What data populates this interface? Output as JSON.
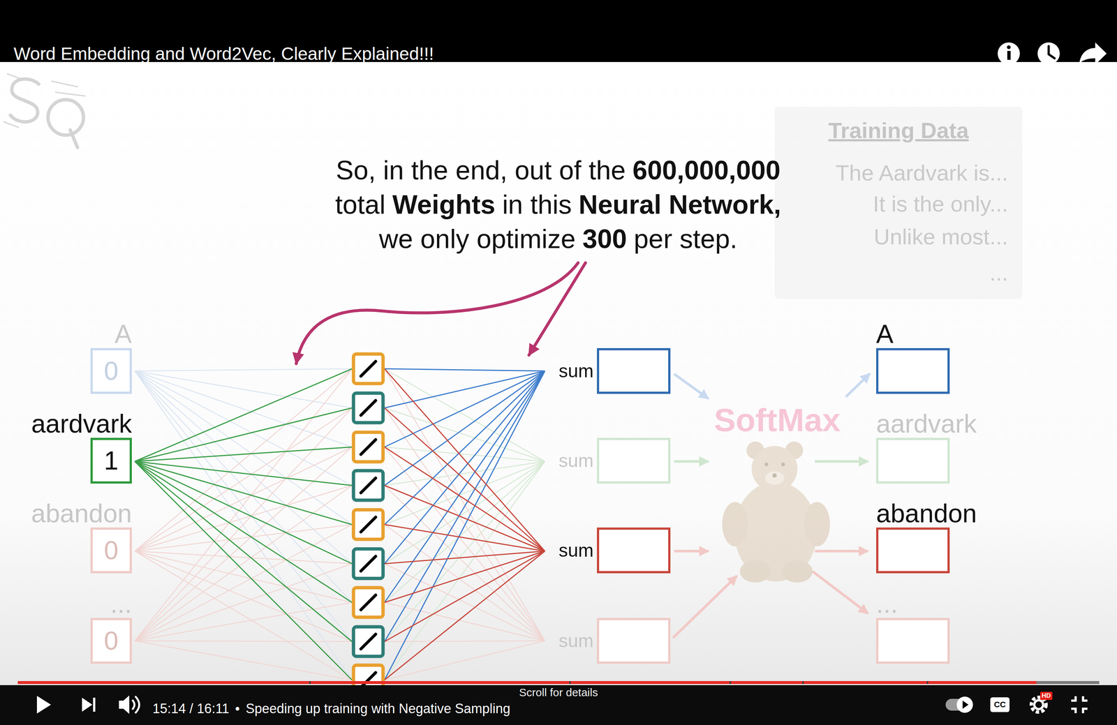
{
  "diagram": {
    "title": "Word Embedding and Word2Vec, Clearly Explained!!!",
    "nodes": [
      {
        "text": [
          "Training Data",
          "The Aardvark is...",
          "It is the only...",
          "Unlike most...",
          "..."
        ]
      },
      {
        "text": [
          "A",
          "0"
        ]
      },
      {
        "text": [
          "aardvark",
          "1"
        ]
      },
      {
        "text": [
          "abandon",
          "0"
        ]
      },
      {
        "text": [
          "...",
          "0"
        ]
      },
      {
        "text": [
          "sum"
        ]
      },
      {
        "text": [
          "sum"
        ]
      },
      {
        "text": [
          "sum"
        ]
      },
      {
        "text": [
          "sum"
        ]
      },
      {
        "text": [
          "A"
        ]
      },
      {
        "text": [
          "aardvark"
        ]
      },
      {
        "text": [
          "abandon"
        ]
      },
      {
        "text": [
          "..."
        ]
      }
    ],
    "labels": [
      "So, in the end, out of the",
      "600,000,000",
      "total",
      "Weights",
      "in this",
      "Neural Network,",
      "we only optimize",
      "300",
      "per step.",
      "SoftMax",
      "15:14 / 16:11",
      "•",
      "Speeding up training with Negative Sampling",
      "Scroll for details",
      "CC",
      "HD"
    ]
  }
}
